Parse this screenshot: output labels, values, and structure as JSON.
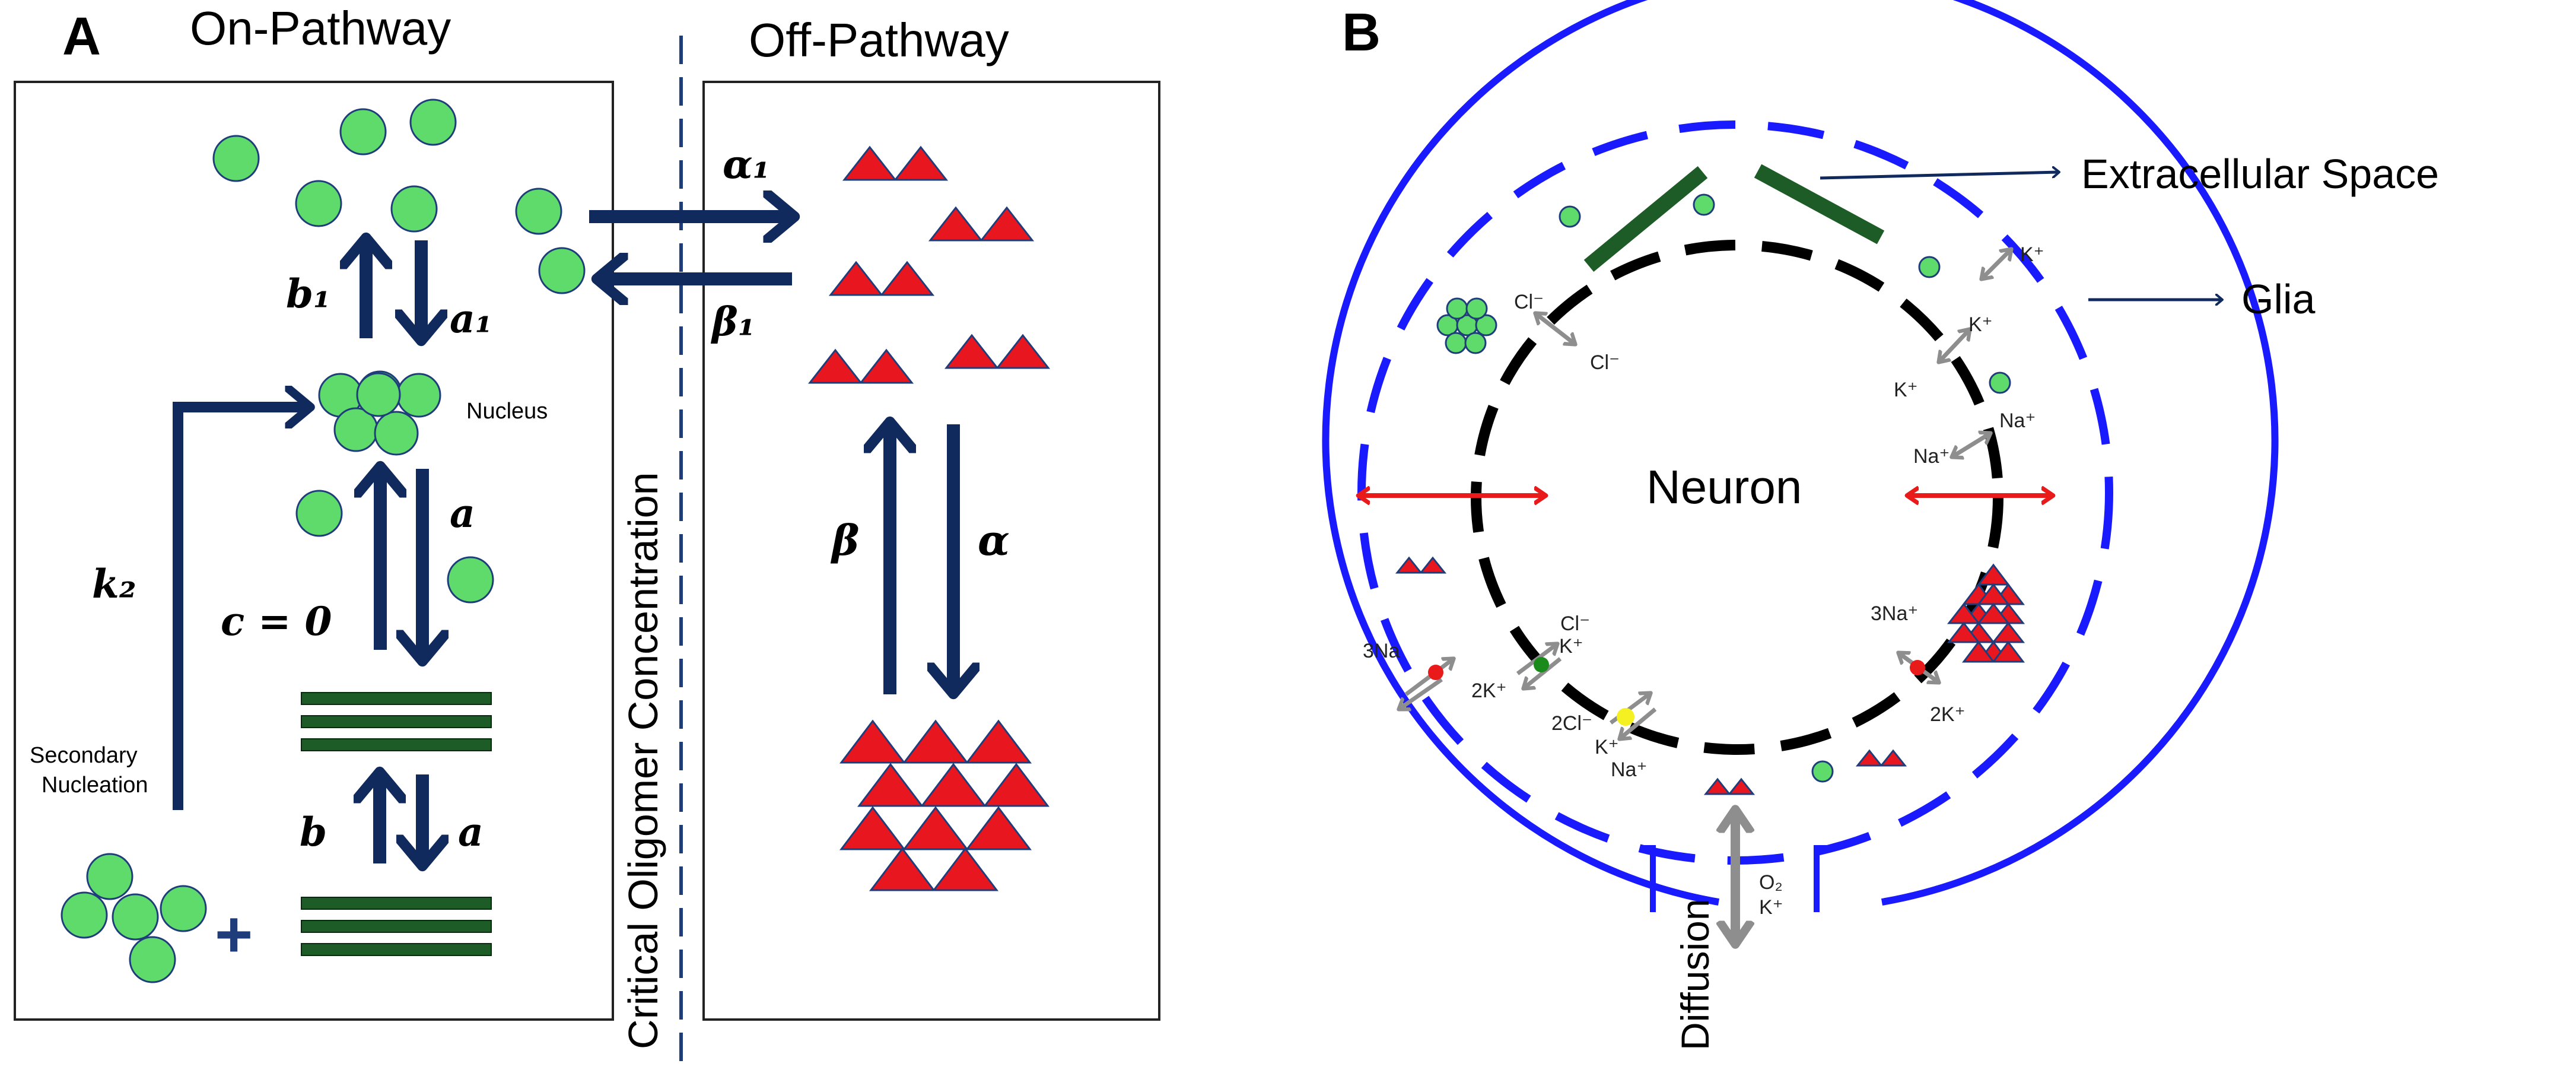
{
  "panel_a": {
    "label": "A",
    "on_title": "On-Pathway",
    "off_title": "Off-Pathway",
    "divider_label": "Critical Oligomer Concentration",
    "nucleus_label": "Nucleus",
    "secondary_label_1": "Secondary",
    "secondary_label_2": "Nucleation",
    "plus": "+",
    "rates": {
      "b1": "b₁",
      "a1": "a₁",
      "a_top": "a",
      "c_eq": "c = 0",
      "k2": "k₂",
      "b_bot": "b",
      "a_bot": "a",
      "alpha1": "α₁",
      "beta1": "β₁",
      "beta": "β",
      "alpha": "α"
    }
  },
  "panel_b": {
    "label": "B",
    "neuron": "Neuron",
    "extracellular": "Extracellular Space",
    "glia": "Glia",
    "diffusion": "Diffusion",
    "o2": "O₂",
    "k": "K⁺",
    "ions": {
      "cl_out": "Cl⁻",
      "cl_in": "Cl⁻",
      "k1": "K⁺",
      "k2": "K⁺",
      "k3": "K⁺",
      "na1": "Na⁺",
      "na2": "Na⁺",
      "left_3na": "3Na",
      "left_2k": "2K⁺",
      "mid_cl": "Cl⁻",
      "mid_k": "K⁺",
      "mid_2cl": "2Cl⁻",
      "mid_k2": "K⁺",
      "mid_na": "Na⁺",
      "right_3na": "3Na⁺",
      "right_2k": "2K⁺"
    }
  }
}
